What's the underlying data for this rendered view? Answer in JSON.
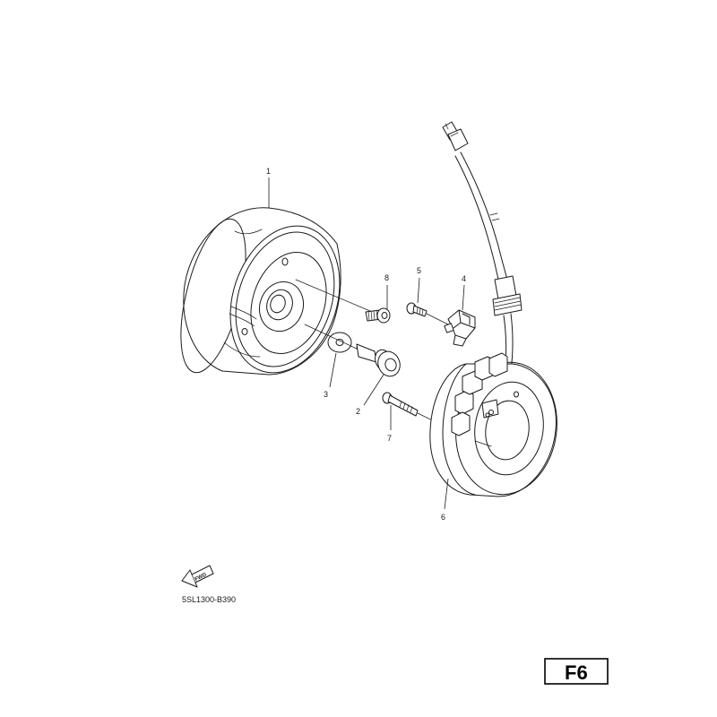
{
  "callouts": {
    "rotor": "1",
    "bolt_flange": "2",
    "washer": "3",
    "clamp": "4",
    "screw_small": "5",
    "stator": "6",
    "bolt_long": "7",
    "bolt_short": "8"
  },
  "fwd_label": "FWD",
  "diagram_code": "5SL1300-B390",
  "page_badge": "F6"
}
